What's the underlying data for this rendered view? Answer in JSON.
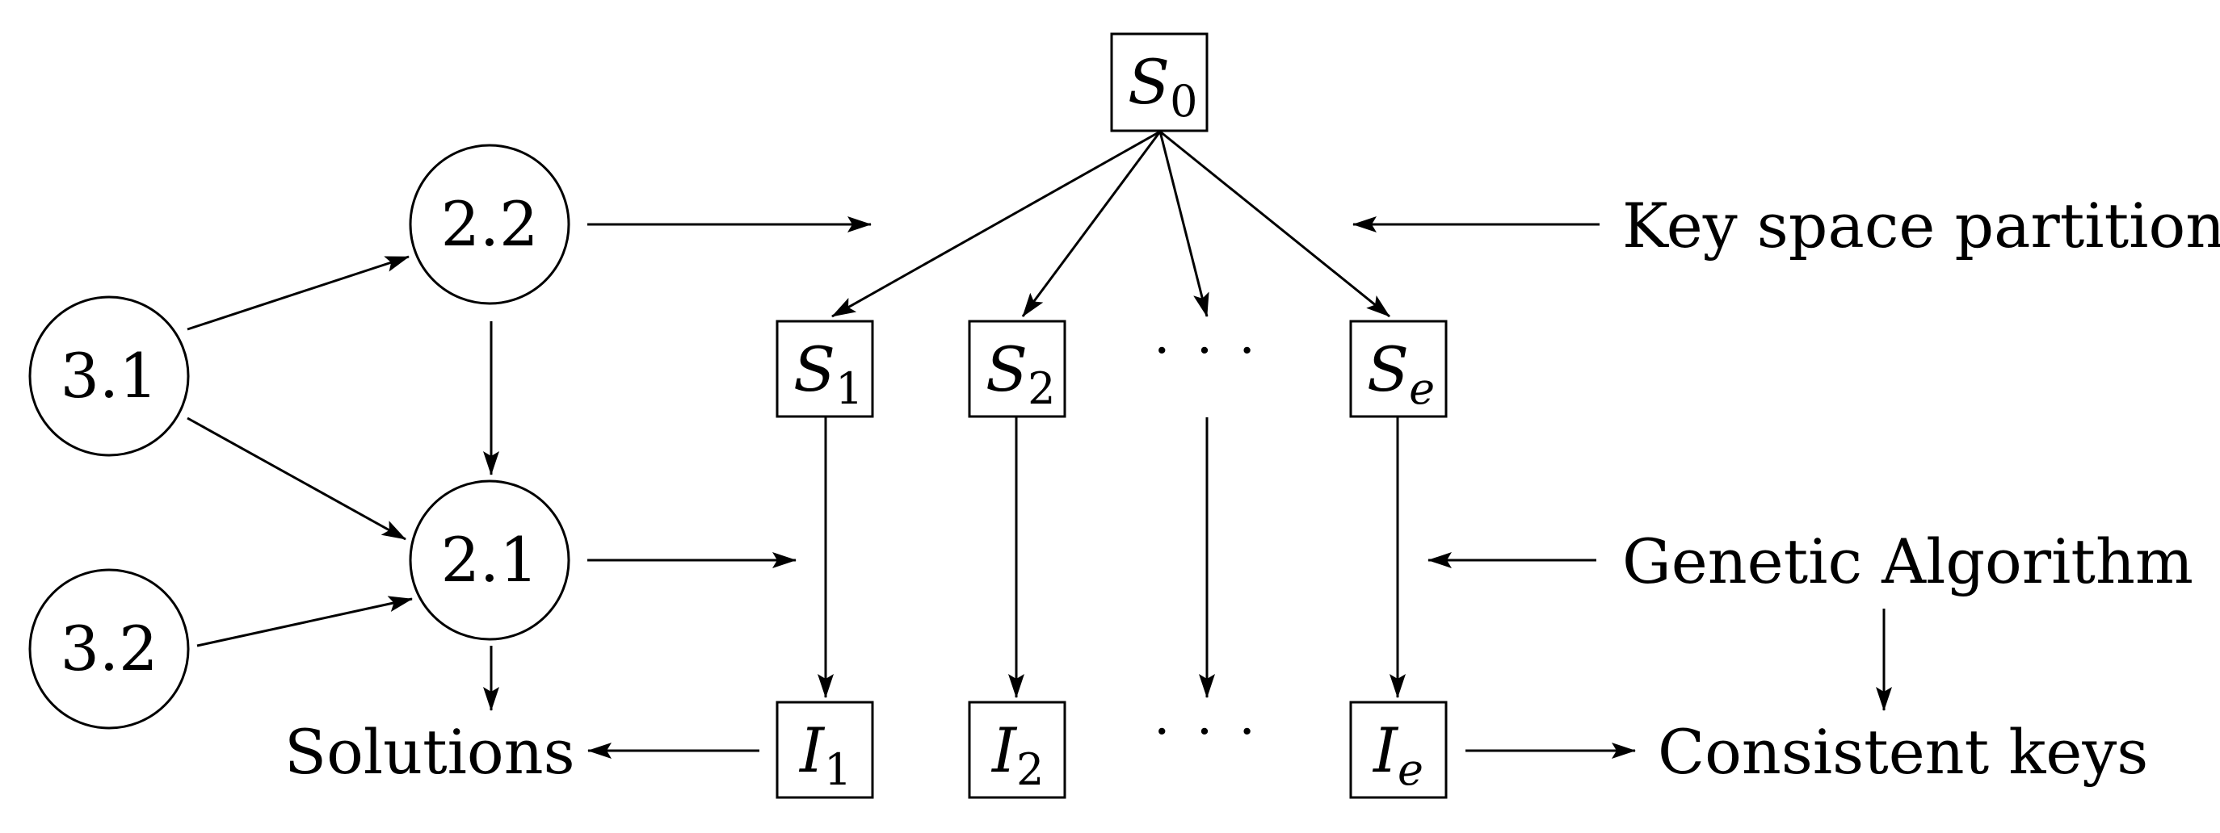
{
  "nodes": {
    "s0": {
      "main": "S",
      "sub": "0"
    },
    "s1": {
      "main": "S",
      "sub": "1"
    },
    "s2": {
      "main": "S",
      "sub": "2"
    },
    "se": {
      "main": "S",
      "sub": "e"
    },
    "i1": {
      "main": "I",
      "sub": "1"
    },
    "i2": {
      "main": "I",
      "sub": "2"
    },
    "ie": {
      "main": "I",
      "sub": "e"
    },
    "dots_top": "· · ·",
    "dots_bottom": "· · ·"
  },
  "circles": {
    "c22": "2.2",
    "c21": "2.1",
    "c31": "3.1",
    "c32": "3.2"
  },
  "labels": {
    "key_space_partition": "Key space partition",
    "genetic_algorithm": "Genetic Algorithm",
    "consistent_keys": "Consistent keys",
    "solutions": "Solutions"
  }
}
